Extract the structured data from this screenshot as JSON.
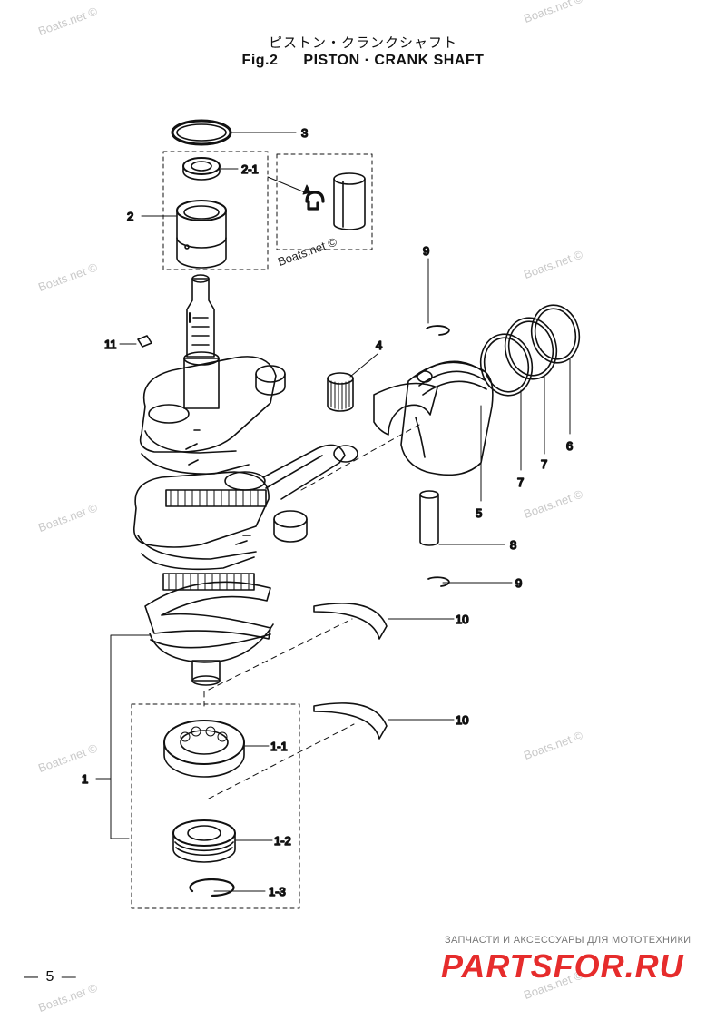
{
  "title": {
    "japanese": "ピストン・クランクシャフト",
    "fig_label": "Fig.2",
    "english": "PISTON · CRANK SHAFT"
  },
  "callouts": [
    {
      "id": "3",
      "label": "3"
    },
    {
      "id": "2-1",
      "label": "2-1"
    },
    {
      "id": "2",
      "label": "2"
    },
    {
      "id": "9a",
      "label": "9"
    },
    {
      "id": "11",
      "label": "11"
    },
    {
      "id": "4",
      "label": "4"
    },
    {
      "id": "5",
      "label": "5"
    },
    {
      "id": "7a",
      "label": "7"
    },
    {
      "id": "7b",
      "label": "7"
    },
    {
      "id": "6",
      "label": "6"
    },
    {
      "id": "8",
      "label": "8"
    },
    {
      "id": "9b",
      "label": "9"
    },
    {
      "id": "10a",
      "label": "10"
    },
    {
      "id": "10b",
      "label": "10"
    },
    {
      "id": "1",
      "label": "1"
    },
    {
      "id": "1-1",
      "label": "1-1"
    },
    {
      "id": "1-2",
      "label": "1-2"
    },
    {
      "id": "1-3",
      "label": "1-3"
    }
  ],
  "watermark_text": "Boats.net ©",
  "inset_watermark": "Boats.net ©",
  "page_number": "— 5 —",
  "brand": {
    "tagline": "ЗАПЧАСТИ И АКСЕССУАРЫ ДЛЯ МОТОТЕХНИКИ",
    "logo": "PARTSFOR.RU",
    "color": "#e62c2c"
  },
  "colors": {
    "line": "#111111",
    "watermark": "#c9c9c9"
  }
}
